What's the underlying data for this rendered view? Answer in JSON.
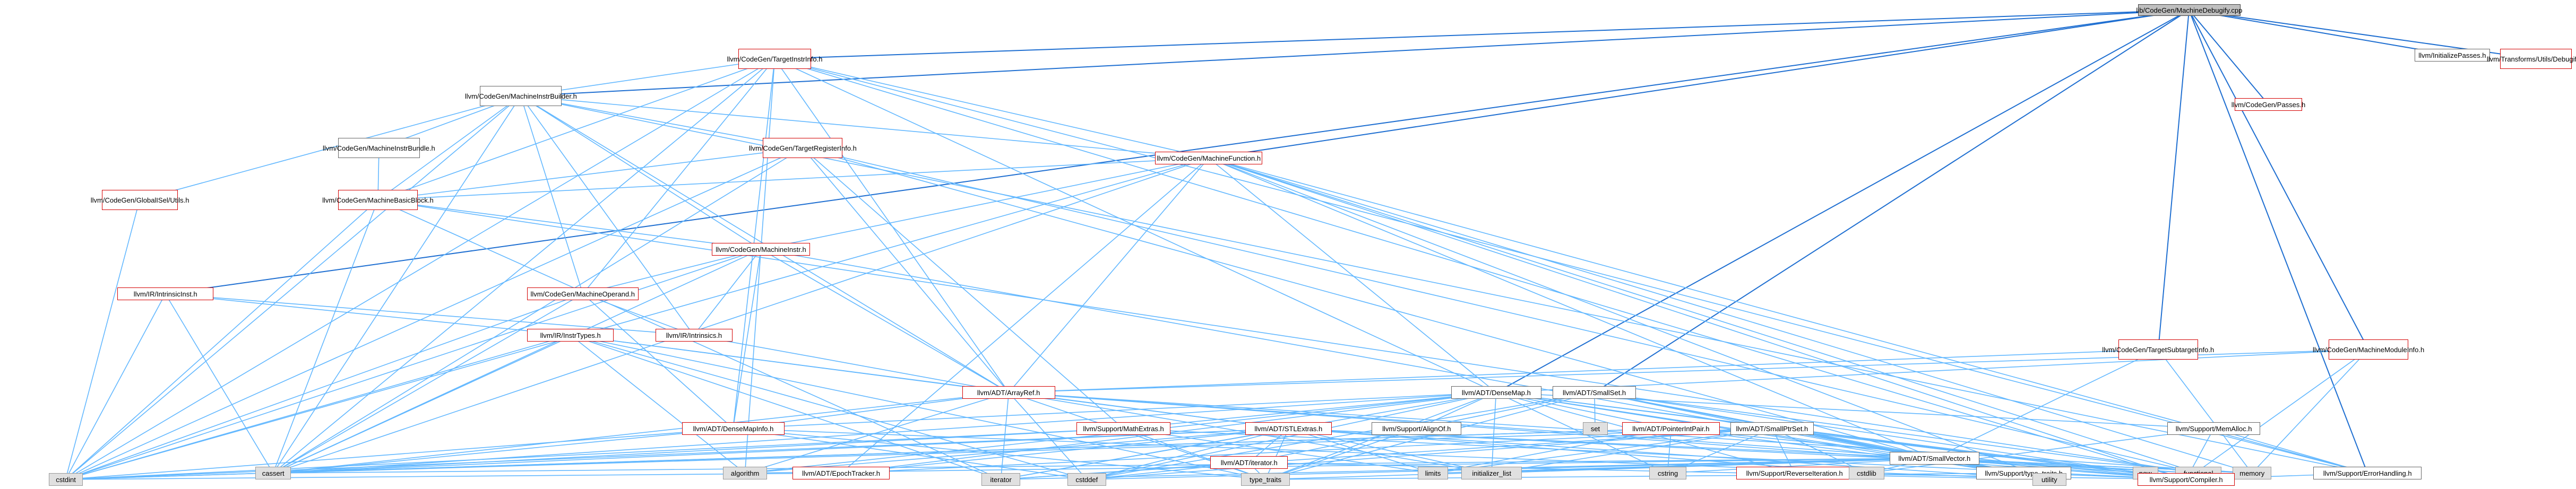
{
  "graph": {
    "root": "lib/CodeGen/MachineDebugify.cpp",
    "nodes": {
      "root": "lib/CodeGen/MachineDebugify.cpp",
      "TII": "llvm/CodeGen/TargetInstrInfo.h",
      "MIB": "llvm/CodeGen/MachineInstrBuilder.h",
      "Passes": "llvm/CodeGen/Passes.h",
      "InitPasses": "llvm/InitializePasses.h",
      "Debugify": "llvm/Transforms/Utils/Debugify.h",
      "MIBundle": "llvm/CodeGen/MachineInstrBundle.h",
      "TRI": "llvm/CodeGen/TargetRegisterInfo.h",
      "MF": "llvm/CodeGen/MachineFunction.h",
      "GlobalISel": "llvm/CodeGen/GlobalISel/Utils.h",
      "MBB": "llvm/CodeGen/MachineBasicBlock.h",
      "IntrInsic": "llvm/IR/IntrinsicInst.h",
      "MI": "llvm/CodeGen/MachineInstr.h",
      "MO": "llvm/CodeGen/MachineOperand.h",
      "InstrTypes": "llvm/IR/InstrTypes.h",
      "Intrinsics": "llvm/IR/Intrinsics.h",
      "TSI": "llvm/CodeGen/TargetSubtargetInfo.h",
      "MMI": "llvm/CodeGen/MachineModuleInfo.h",
      "ArrayRef": "llvm/ADT/ArrayRef.h",
      "DenseMap": "llvm/ADT/DenseMap.h",
      "SmallSet": "llvm/ADT/SmallSet.h",
      "DenseMapInfo": "llvm/ADT/DenseMapInfo.h",
      "MathExtras": "llvm/Support/MathExtras.h",
      "STLExtras": "llvm/ADT/STLExtras.h",
      "AlignOf": "llvm/Support/AlignOf.h",
      "PointerIntPair": "llvm/ADT/PointerIntPair.h",
      "SmallPtrSet": "llvm/ADT/SmallPtrSet.h",
      "SmallVector": "llvm/ADT/SmallVector.h",
      "MemAlloc": "llvm/Support/MemAlloc.h",
      "EpochTracker": "llvm/ADT/EpochTracker.h",
      "Iterator": "llvm/ADT/iterator.h",
      "ReverseIteration": "llvm/Support/ReverseIteration.h",
      "TypeTraits": "llvm/Support/type_traits.h",
      "ErrorHandling": "llvm/Support/ErrorHandling.h",
      "Compiler": "llvm/Support/Compiler.h",
      "set": "set",
      "cassert": "cassert",
      "algorithm": "algorithm",
      "limits": "limits",
      "initializer_list": "initializer_list",
      "cstring": "cstring",
      "cstdlib": "cstdlib",
      "new": "new",
      "functional": "functional",
      "memory": "memory",
      "cstdint": "cstdint",
      "iterator": "iterator",
      "cstddef": "cstddef",
      "type_traits": "type_traits",
      "utility": "utility"
    }
  }
}
